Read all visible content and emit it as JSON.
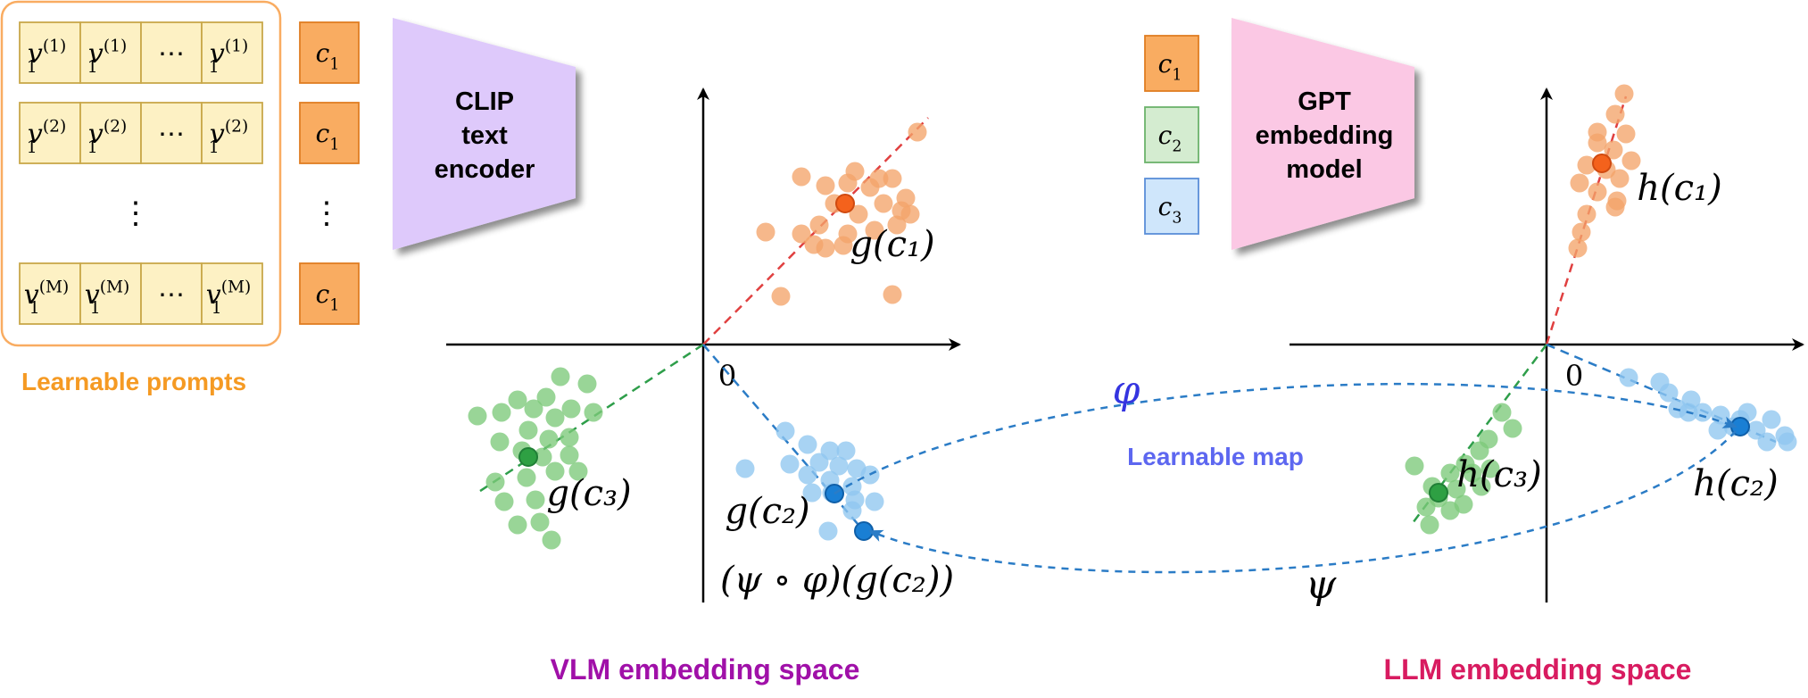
{
  "prompts": {
    "rows": [
      {
        "cells": [
          "v",
          "v",
          "⋯",
          "v"
        ],
        "sup": "(1)",
        "sub": "1",
        "class_token": "c"
      },
      {
        "cells": [
          "v",
          "v",
          "⋯",
          "v"
        ],
        "sup": "(2)",
        "sub": "1",
        "class_token": "c"
      },
      {
        "cells": [
          "v",
          "v",
          "⋯",
          "v"
        ],
        "sup": "(M)",
        "sub": "1",
        "class_token": "c"
      }
    ],
    "class_sub": "1",
    "ellipsis": "⋮",
    "caption": "Learnable prompts"
  },
  "clip_encoder": {
    "line1": "CLIP",
    "line2": "text",
    "line3": "encoder"
  },
  "gpt_model": {
    "line1": "GPT",
    "line2": "embedding",
    "line3": "model"
  },
  "class_tokens": [
    {
      "base": "c",
      "sub": "1"
    },
    {
      "base": "c",
      "sub": "2"
    },
    {
      "base": "c",
      "sub": "3"
    }
  ],
  "vlm_space": {
    "title": "VLM embedding space",
    "origin_label": "0",
    "labels": {
      "g1": "g(c₁)",
      "g2": "g(c₂)",
      "g3": "g(c₃)",
      "composite": "(ψ ∘ φ)(g(c₂))"
    }
  },
  "llm_space": {
    "title": "LLM embedding space",
    "origin_label": "0",
    "labels": {
      "h1": "h(c₁)",
      "h2": "h(c₂)",
      "h3": "h(c₃)"
    }
  },
  "maps": {
    "phi": "φ",
    "psi": "ψ",
    "caption": "Learnable map"
  },
  "colors": {
    "orange": "#f4a46a",
    "orange_dark": "#f4621c",
    "green": "#7cc97a",
    "green_dark": "#2ea043",
    "blue": "#8fc7ef",
    "blue_dark": "#1a7fd4",
    "prompt_fill": "#fdf1c4",
    "prompt_border": "#c9a84a",
    "token_fill": "#f9ac61",
    "clip_fill": "#dec9fb",
    "gpt_fill": "#fbc8e4",
    "vlm_title": "#a010a8",
    "llm_title": "#d81b60",
    "prompt_caption": "#f59a23",
    "map_caption": "#5d67f0",
    "phi_color": "#3434e0"
  }
}
